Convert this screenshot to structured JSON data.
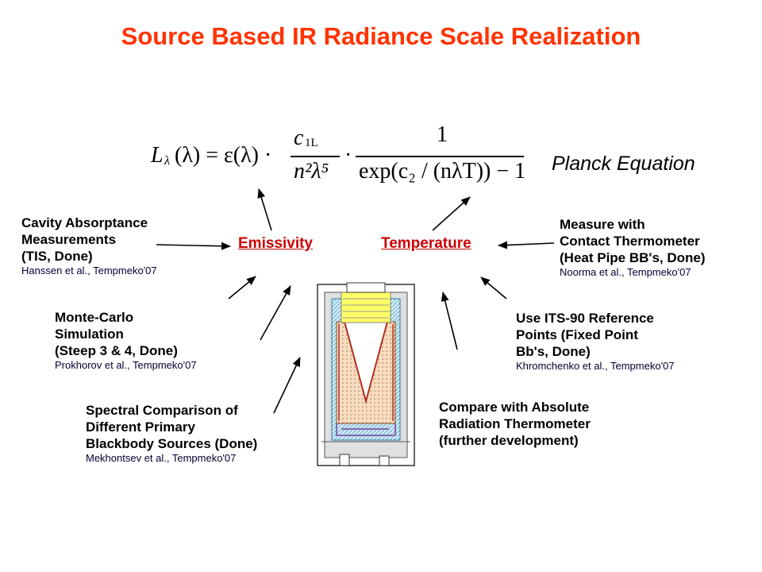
{
  "title": "Source Based IR Radiance Scale Realization",
  "equation": {
    "lhs": "L",
    "lhs_sub": "λ",
    "lhs_arg": "(λ) = ε(λ) ·",
    "frac1_num": "c",
    "frac1_num_sub": "1L",
    "frac1_den": "n²λ⁵",
    "dot": "·",
    "frac2_num": "1",
    "frac2_den": "exp(c₂ / (nλT)) − 1"
  },
  "planck_label": "Planck Equation",
  "emissivity_label": "Emissivity",
  "temperature_label": "Temperature",
  "boxes": {
    "cavity": {
      "lines": [
        "Cavity Absorptance",
        "Measurements",
        "(TIS, Done)"
      ],
      "ref": "Hanssen et al., Tempmeko'07"
    },
    "montecarlo": {
      "lines": [
        "Monte-Carlo",
        "Simulation",
        "(Steep 3 & 4, Done)"
      ],
      "ref": "Prokhorov et al., Tempmeko'07"
    },
    "spectral": {
      "lines": [
        "Spectral Comparison of",
        "Different Primary",
        "Blackbody Sources (Done)"
      ],
      "ref": "Mekhontsev et al., Tempmeko'07"
    },
    "contact": {
      "lines": [
        "Measure with",
        "Contact Thermometer",
        "(Heat Pipe BB's, Done)"
      ],
      "ref": "Noorma et al., Tempmeko'07"
    },
    "its90": {
      "lines": [
        "Use ITS-90 Reference",
        "Points (Fixed Point",
        "Bb's, Done)"
      ],
      "ref": "Khromchenko et al., Tempmeko'07"
    },
    "absolute": {
      "lines": [
        "Compare with Absolute",
        "Radiation Thermometer",
        "(further development)"
      ],
      "ref": ""
    }
  }
}
